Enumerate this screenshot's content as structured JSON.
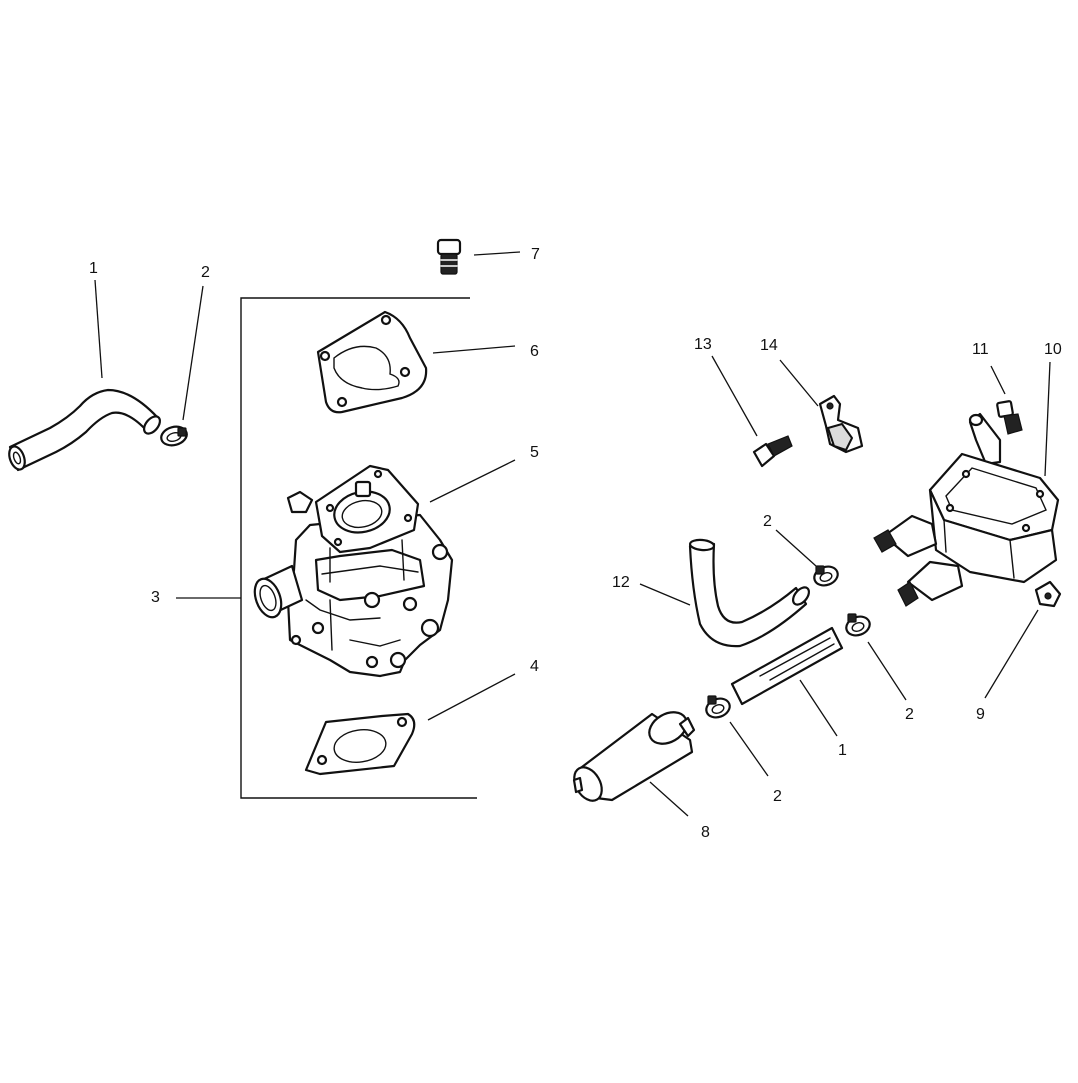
{
  "callouts": [
    {
      "id": "c1a",
      "text": "1"
    },
    {
      "id": "c2a",
      "text": "2"
    },
    {
      "id": "c3",
      "text": "3"
    },
    {
      "id": "c4",
      "text": "4"
    },
    {
      "id": "c5",
      "text": "5"
    },
    {
      "id": "c6",
      "text": "6"
    },
    {
      "id": "c7",
      "text": "7"
    },
    {
      "id": "c13",
      "text": "13"
    },
    {
      "id": "c14",
      "text": "14"
    },
    {
      "id": "c11",
      "text": "11"
    },
    {
      "id": "c10",
      "text": "10"
    },
    {
      "id": "c2b",
      "text": "2"
    },
    {
      "id": "c12",
      "text": "12"
    },
    {
      "id": "c2c",
      "text": "2"
    },
    {
      "id": "c9",
      "text": "9"
    },
    {
      "id": "c1b",
      "text": "1"
    },
    {
      "id": "c2d",
      "text": "2"
    },
    {
      "id": "c8",
      "text": "8"
    }
  ]
}
